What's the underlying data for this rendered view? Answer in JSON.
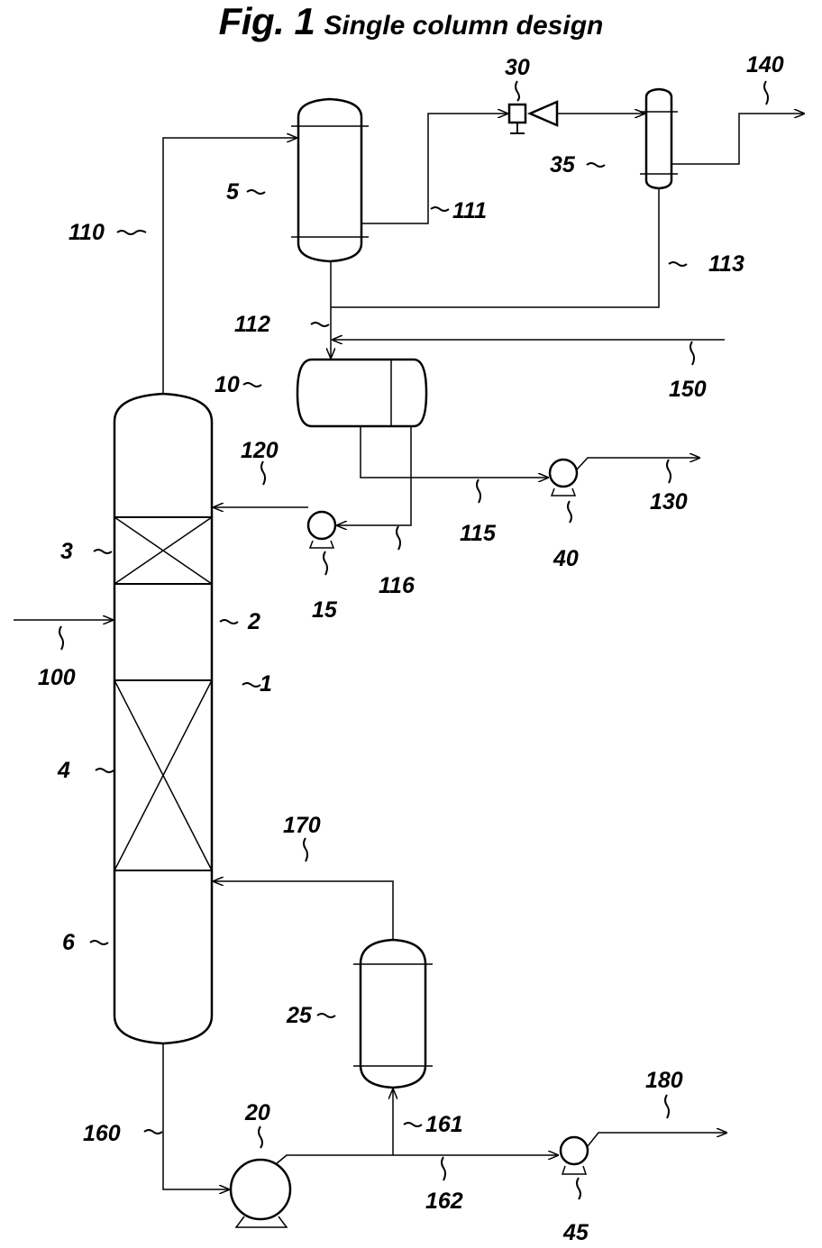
{
  "title": {
    "figure": "Fig. 1",
    "subtitle": "Single column design"
  },
  "labels": {
    "l1": "1",
    "l2": "2",
    "l3": "3",
    "l4": "4",
    "l5": "5",
    "l6": "6",
    "l10": "10",
    "l15": "15",
    "l20": "20",
    "l25": "25",
    "l30": "30",
    "l35": "35",
    "l40": "40",
    "l45": "45",
    "l100": "100",
    "l110": "110",
    "l111": "111",
    "l112": "112",
    "l113": "113",
    "l115": "115",
    "l116": "116",
    "l120": "120",
    "l130": "130",
    "l140": "140",
    "l150": "150",
    "l160": "160",
    "l161": "161",
    "l162": "162",
    "l170": "170",
    "l180": "180"
  }
}
